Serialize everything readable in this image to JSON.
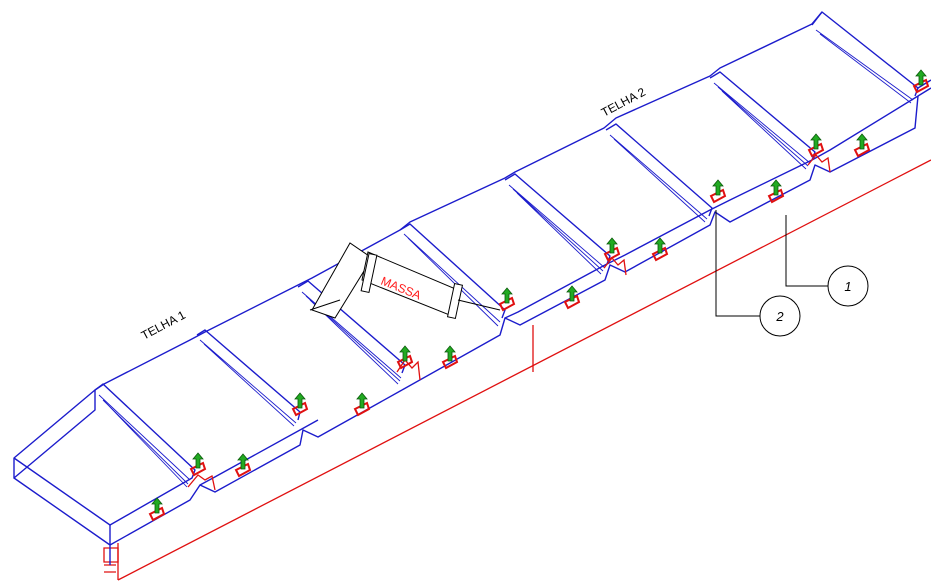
{
  "labels": {
    "telha_1": "TELHA 1",
    "telha_2": "TELHA 2",
    "massa": "MASSA",
    "callout_1": "1",
    "callout_2": "2"
  },
  "colors": {
    "sheet_outline": "#1c1ccc",
    "base_line": "#e01010",
    "fastener_arrow": "#22aa22",
    "fastener_seat": "#e01010",
    "massa_text": "#ff1a1a",
    "leader": "#000000"
  },
  "icons": {
    "fastener": "green-up-arrow-fastener-icon",
    "callout": "circled-number-callout-icon"
  }
}
